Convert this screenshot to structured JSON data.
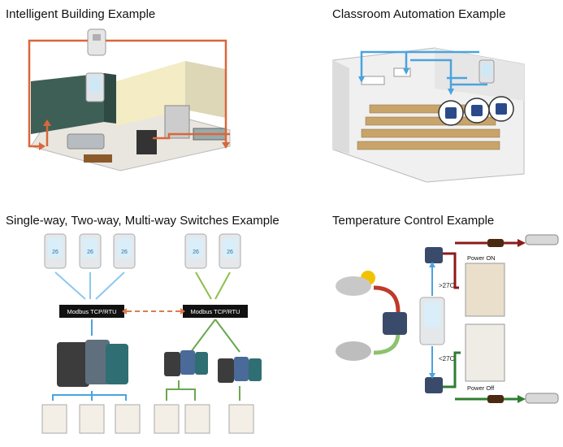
{
  "panels": {
    "intelligent_building": {
      "title": "Intelligent Building Example"
    },
    "classroom": {
      "title": "Classroom Automation Example"
    },
    "switches": {
      "title": "Single-way, Two-way, Multi-way Switches Example",
      "bus_left": "Modbus  TCP/RTU",
      "bus_right": "Modbus  TCP/RTU",
      "panel_reading": "26"
    },
    "temperature": {
      "title": "Temperature Control Example",
      "power_on": "Power ON",
      "power_off": "Power Off",
      "gt_label": ">27C",
      "lt_label": "<27C"
    }
  },
  "colors": {
    "orange_arrow": "#d9673a",
    "blue_arrow": "#4aa3df",
    "green_arrow": "#6aa84f",
    "red_arrow": "#c0392b",
    "dark_red": "#8b1a1a",
    "dark_green": "#2e7d32"
  }
}
